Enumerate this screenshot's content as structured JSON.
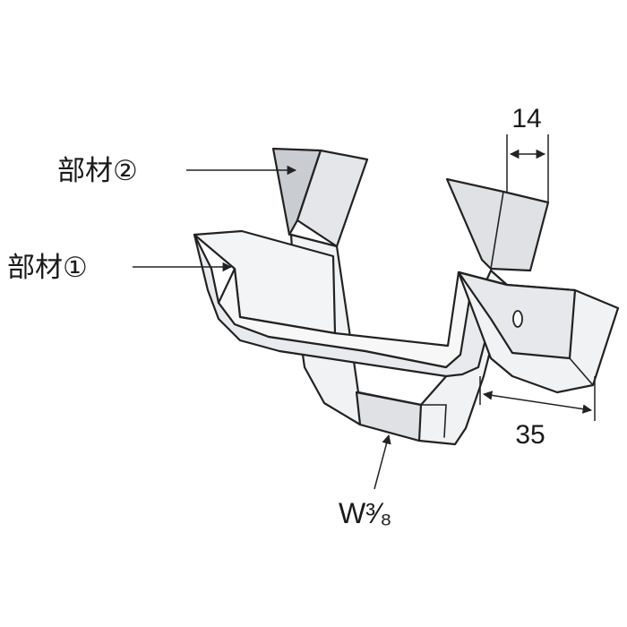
{
  "labels": {
    "part1": "部材①",
    "part2": "部材②",
    "dim_width": "14",
    "dim_depth": "35",
    "size": "W³⁄₈"
  },
  "colors": {
    "stroke": "#222222",
    "face_light": "#f3f4f6",
    "face_mid": "#dfe1e4",
    "face_dark": "#c9ccd0",
    "background": "#ffffff"
  }
}
